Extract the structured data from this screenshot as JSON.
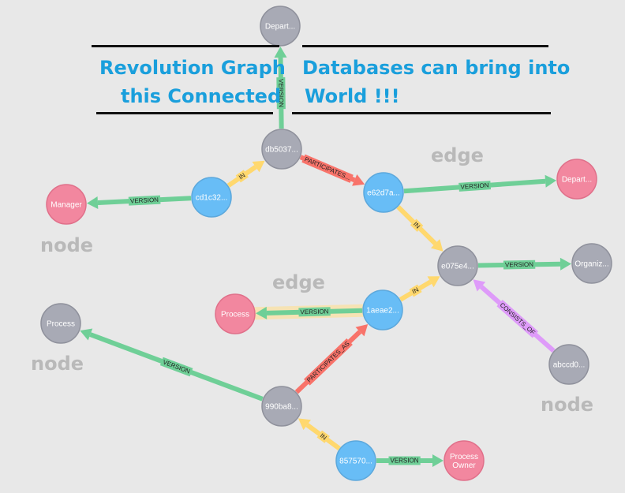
{
  "headline": {
    "line1_left": "Revolution Graph",
    "line1_right": "Databases can bring into",
    "line2_left": "this  Connected",
    "line2_right": "World !!!"
  },
  "annotations": [
    {
      "text": "edge"
    },
    {
      "text": "edge"
    },
    {
      "text": "node"
    },
    {
      "text": "node"
    },
    {
      "text": "node"
    }
  ],
  "colors": {
    "gray_node": "#a8aab5",
    "blue_node": "#68bdf6",
    "pink_node": "#f2879f",
    "version_edge": "#6fcf97",
    "in_edge": "#ffd86e",
    "participates_edge": "#f8736a",
    "consists_edge": "#de9bf9"
  },
  "nodes": [
    {
      "id": "dept_top",
      "label": "Depart...",
      "kind": "gray"
    },
    {
      "id": "db5037",
      "label": "db5037...",
      "kind": "gray"
    },
    {
      "id": "cd1c32",
      "label": "cd1c32...",
      "kind": "blue"
    },
    {
      "id": "manager",
      "label": "Manager",
      "kind": "pink"
    },
    {
      "id": "e62d7a",
      "label": "e62d7a...",
      "kind": "blue"
    },
    {
      "id": "dept_right",
      "label": "Depart...",
      "kind": "pink"
    },
    {
      "id": "e075e4",
      "label": "e075e4...",
      "kind": "gray"
    },
    {
      "id": "organiz",
      "label": "Organiz...",
      "kind": "gray"
    },
    {
      "id": "1aeae2",
      "label": "1aeae2...",
      "kind": "blue"
    },
    {
      "id": "process_pink",
      "label": "Process",
      "kind": "pink"
    },
    {
      "id": "process_gray",
      "label": "Process",
      "kind": "gray"
    },
    {
      "id": "abccd0",
      "label": "abccd0...",
      "kind": "gray"
    },
    {
      "id": "990ba8",
      "label": "990ba8...",
      "kind": "gray"
    },
    {
      "id": "857570",
      "label": "857570...",
      "kind": "blue"
    },
    {
      "id": "process_owner",
      "label": [
        "Process",
        "Owner"
      ],
      "kind": "pink"
    }
  ],
  "edges": [
    {
      "from": "db5037",
      "to": "dept_top",
      "label": "VERSION",
      "type": "version"
    },
    {
      "from": "cd1c32",
      "to": "db5037",
      "label": "IN",
      "type": "in"
    },
    {
      "from": "cd1c32",
      "to": "manager",
      "label": "VERSION",
      "type": "version"
    },
    {
      "from": "db5037",
      "to": "e62d7a",
      "label": "PARTICIPATES...",
      "type": "participates"
    },
    {
      "from": "e62d7a",
      "to": "dept_right",
      "label": "VERSION",
      "type": "version"
    },
    {
      "from": "e62d7a",
      "to": "e075e4",
      "label": "IN",
      "type": "in"
    },
    {
      "from": "e075e4",
      "to": "organiz",
      "label": "VERSION",
      "type": "version"
    },
    {
      "from": "1aeae2",
      "to": "e075e4",
      "label": "IN",
      "type": "in"
    },
    {
      "from": "abccd0",
      "to": "e075e4",
      "label": "CONSISTS_OF",
      "type": "consists"
    },
    {
      "from": "1aeae2",
      "to": "process_pink",
      "label": "VERSION",
      "type": "version",
      "highlight": true
    },
    {
      "from": "990ba8",
      "to": "process_gray",
      "label": "VERSION",
      "type": "version"
    },
    {
      "from": "990ba8",
      "to": "1aeae2",
      "label": "PARTICIPATES_AS",
      "type": "participates"
    },
    {
      "from": "857570",
      "to": "990ba8",
      "label": "IN",
      "type": "in"
    },
    {
      "from": "857570",
      "to": "process_owner",
      "label": "VERSION",
      "type": "version"
    }
  ]
}
